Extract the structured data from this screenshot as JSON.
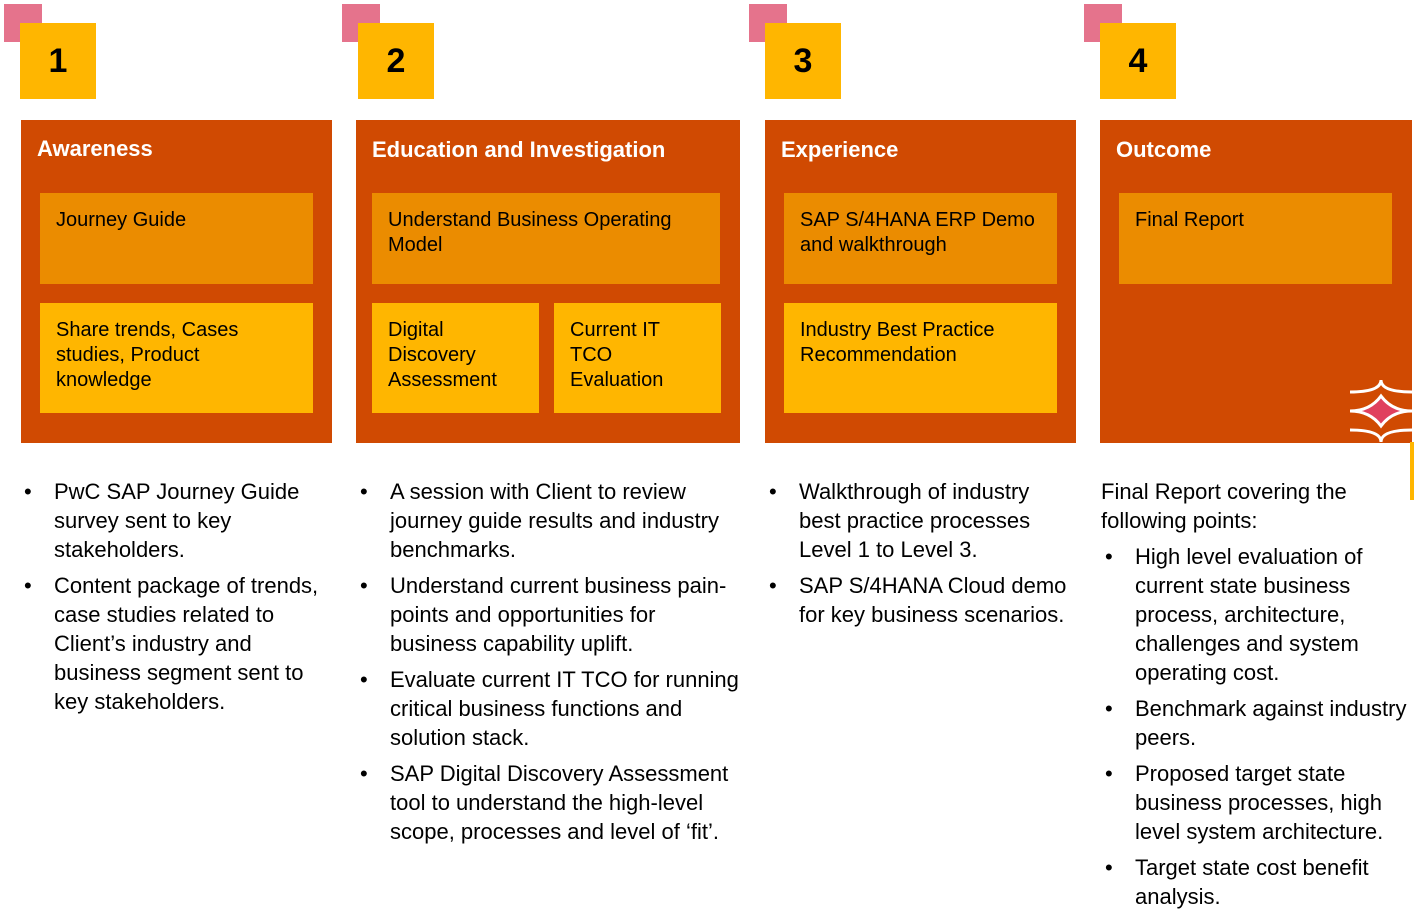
{
  "steps": [
    {
      "number": "1",
      "title": "Awareness",
      "boxes": [
        "Journey Guide",
        "Share trends, Cases studies, Product knowledge"
      ],
      "bullets": [
        "PwC SAP Journey Guide survey sent to key stakeholders.",
        "Content package of trends, case studies related to Client’s industry and business segment sent to key stakeholders."
      ]
    },
    {
      "number": "2",
      "title": "Education and Investigation",
      "boxes": [
        "Understand Business Operating Model",
        "Digital Discovery Assessment",
        "Current IT TCO Evaluation"
      ],
      "bullets": [
        "A session with Client to review journey guide results and industry benchmarks.",
        "Understand current business pain-points and opportunities for business capability uplift.",
        "Evaluate current IT TCO for running critical business functions and solution stack.",
        "SAP Digital Discovery Assessment tool to understand the high-level scope, processes and level of ‘fit’."
      ]
    },
    {
      "number": "3",
      "title": "Experience",
      "boxes": [
        "SAP S/4HANA ERP Demo and walkthrough",
        "Industry Best Practice Recommendation"
      ],
      "bullets": [
        "Walkthrough of industry best practice processes Level 1 to Level 3.",
        "SAP S/4HANA Cloud demo for key business scenarios."
      ]
    },
    {
      "number": "4",
      "title": "Outcome",
      "boxes": [
        "Final Report"
      ],
      "intro": "Final Report covering the following points:",
      "bullets": [
        "High level evaluation of current state business process, architecture, challenges and system operating cost.",
        "Benchmark against industry peers.",
        "Proposed target state business processes, high level system architecture.",
        "Target state cost benefit analysis."
      ]
    }
  ],
  "colors": {
    "panel": "#d04a02",
    "box_dark": "#eb8c00",
    "box_light": "#ffb600",
    "number_tile": "#ffb600",
    "accent_pink": "#e05a78"
  }
}
